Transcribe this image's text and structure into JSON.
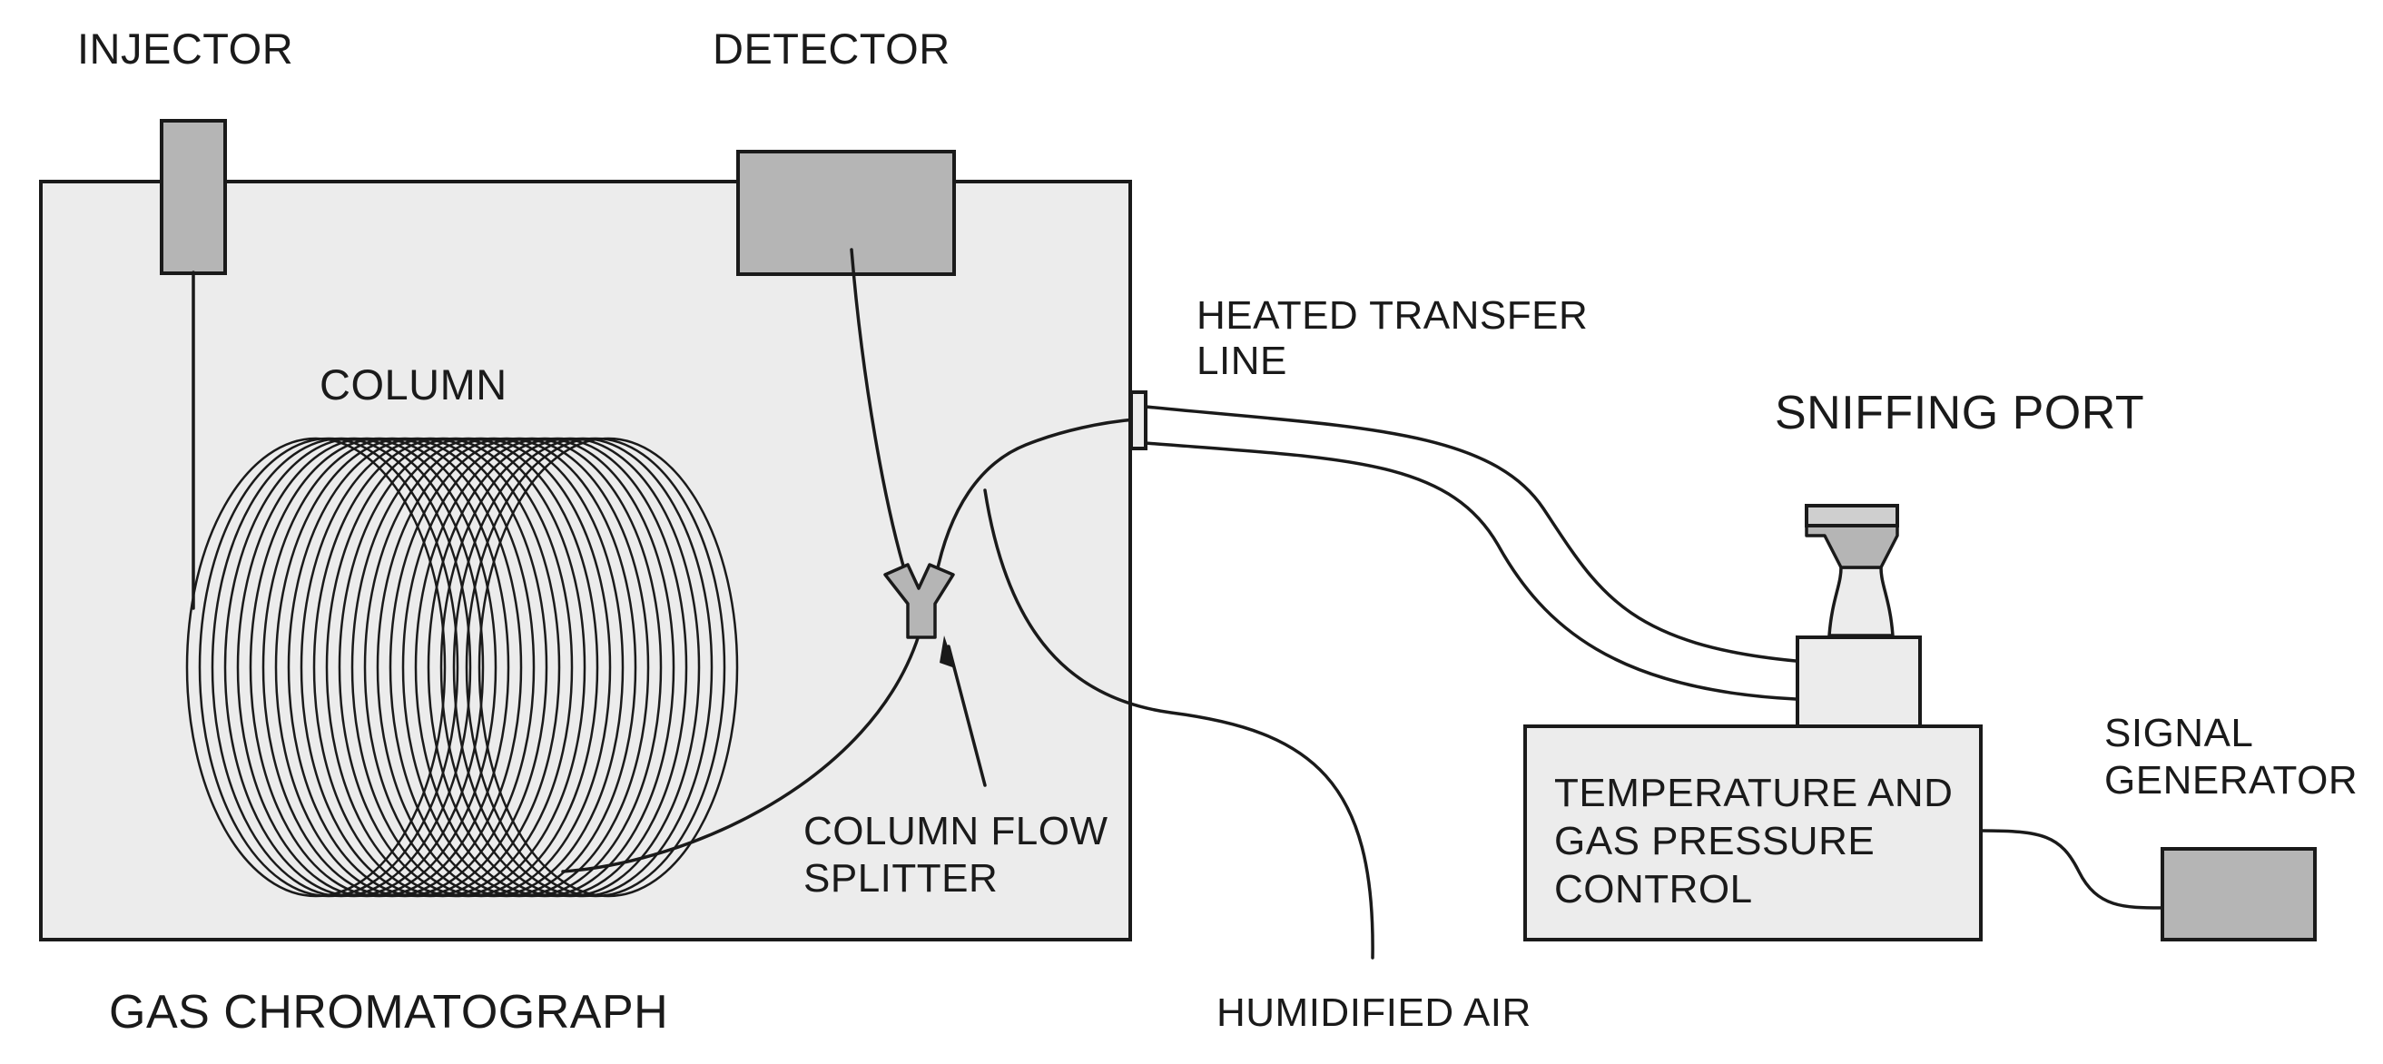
{
  "labels": {
    "injector": "INJECTOR",
    "detector": "DETECTOR",
    "column": "COLUMN",
    "heated_transfer_line": [
      "HEATED TRANSFER",
      "LINE"
    ],
    "sniffing_port": "SNIFFING PORT",
    "temperature_control": [
      "TEMPERATURE AND",
      "GAS PRESSURE",
      "CONTROL"
    ],
    "signal_generator": [
      "SIGNAL",
      "GENERATOR"
    ],
    "column_flow_splitter": [
      "COLUMN FLOW",
      "SPLITTER"
    ],
    "gas_chromatograph": "GAS CHROMATOGRAPH",
    "humidified_air": "HUMIDIFIED AIR"
  },
  "colors": {
    "oven_fill": "#ececec",
    "component_fill": "#b5b5b5",
    "control_box_fill": "#ececec",
    "line": "#1a1a1a"
  }
}
